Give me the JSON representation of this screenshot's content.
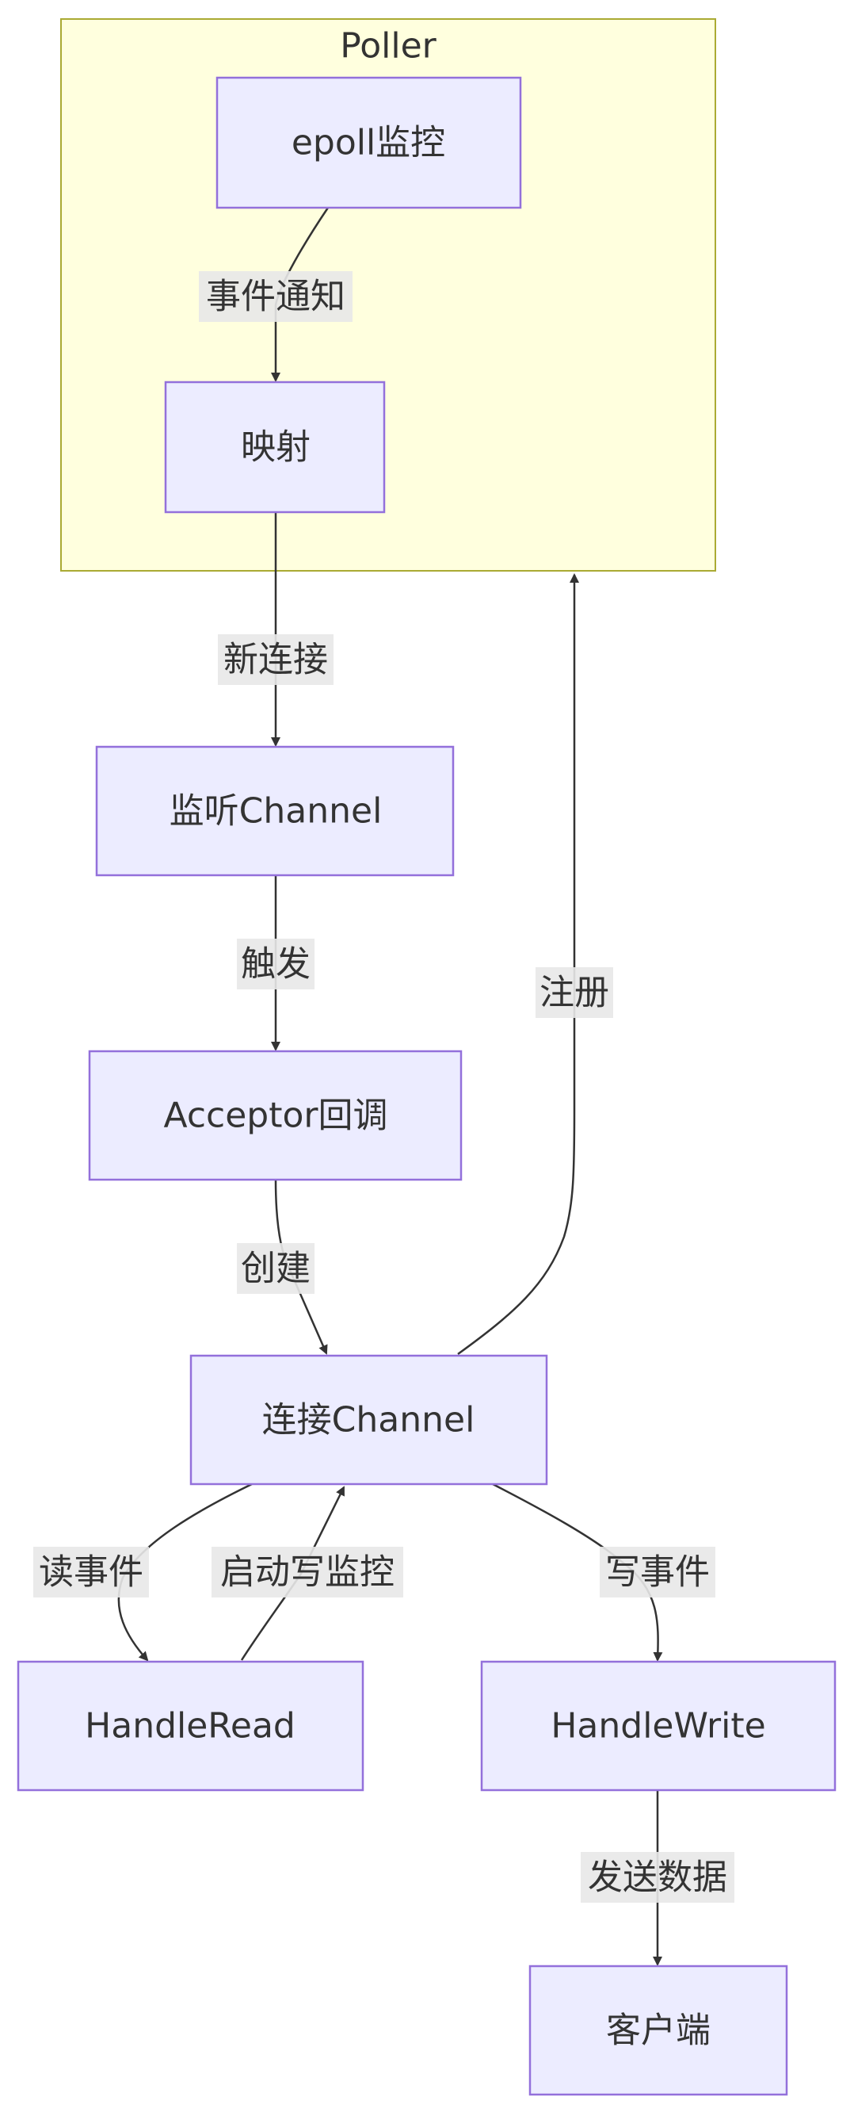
{
  "diagram": {
    "cluster": {
      "title": "Poller"
    },
    "nodes": {
      "epoll": "epoll监控",
      "mapping": "映射",
      "listen_channel": "监听Channel",
      "acceptor": "Acceptor回调",
      "conn_channel": "连接Channel",
      "handle_read": "HandleRead",
      "handle_write": "HandleWrite",
      "client": "客户端"
    },
    "edges": {
      "event_notify": "事件通知",
      "new_connection": "新连接",
      "trigger": "触发",
      "create": "创建",
      "register": "注册",
      "read_event": "读事件",
      "enable_write": "启动写监控",
      "write_event": "写事件",
      "send_data": "发送数据"
    },
    "colors": {
      "cluster_fill": "#ffffde",
      "cluster_stroke": "#aaaa33",
      "node_fill": "#ececff",
      "node_stroke": "#9370db",
      "edge": "#333333",
      "label_bg": "#e8e8e8"
    }
  }
}
